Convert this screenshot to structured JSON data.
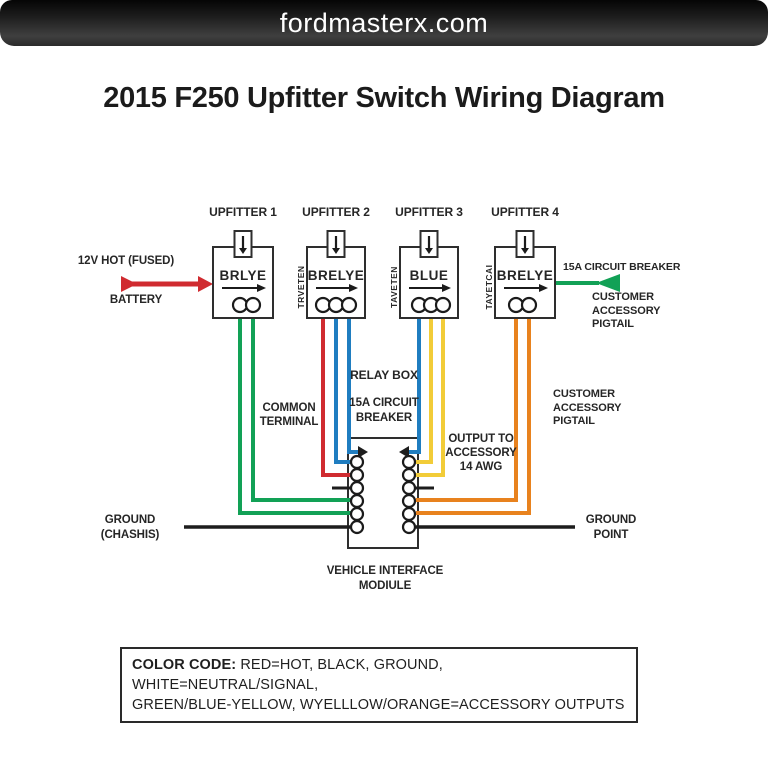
{
  "header": {
    "site_title": "fordmasterx.com"
  },
  "page_title": "2015 F250 Upfitter Switch Wiring Diagram",
  "colors": {
    "red": "#d02b30",
    "green": "#12a156",
    "blue": "#1f7dc0",
    "yellow": "#f2cc38",
    "orange": "#e8821e",
    "wire_black": "#1d1d1d",
    "box_stroke": "#2e2e2e"
  },
  "upfitters": [
    {
      "label": "UPFITTER 1",
      "switch_text": "BRLYE",
      "side_text": ""
    },
    {
      "label": "UPFITTER 2",
      "switch_text": "BRELYE",
      "side_text": "TRVETEN"
    },
    {
      "label": "UPFITTER 3",
      "switch_text": "BLUE",
      "side_text": "TAVETEN"
    },
    {
      "label": "UPFITTER 4",
      "switch_text": "BRELYE",
      "side_text": "TAYETCAI"
    }
  ],
  "labels": {
    "hot_fused": "12V HOT (FUSED)",
    "battery": "BATTERY",
    "circuit_breaker_right": "15A CIRCUIT BREAKER",
    "customer_pigtail_top": "CUSTOMER\nACCESSORY\nPIGTAIL",
    "customer_pigtail_mid": "CUSTOMER\nACCESSORY\nPIGTAIL",
    "common_terminal": "COMMON\nTERMINAL",
    "relay_box": "RELAY BOX",
    "relay_breaker": "15A CIRCUIT\nBREAKER",
    "output_accessory": "OUTPUT TO\nACCESSORY\n14 AWG",
    "ground_chassis": "GROUND\n(CHASHIS)",
    "ground_point": "GROUND\nPOINT",
    "vehicle_module": "VEHICLE INTERFACE\nMODIULE"
  },
  "color_code": {
    "prefix": "COLOR CODE:",
    "line1": " RED=HOT, BLACK, GROUND, WHITE=NEUTRAL/SIGNAL,",
    "line2": "GREEN/BLUE-YELLOW, WYELLLOW/ORANGE=ACCESSORY OUTPUTS"
  }
}
